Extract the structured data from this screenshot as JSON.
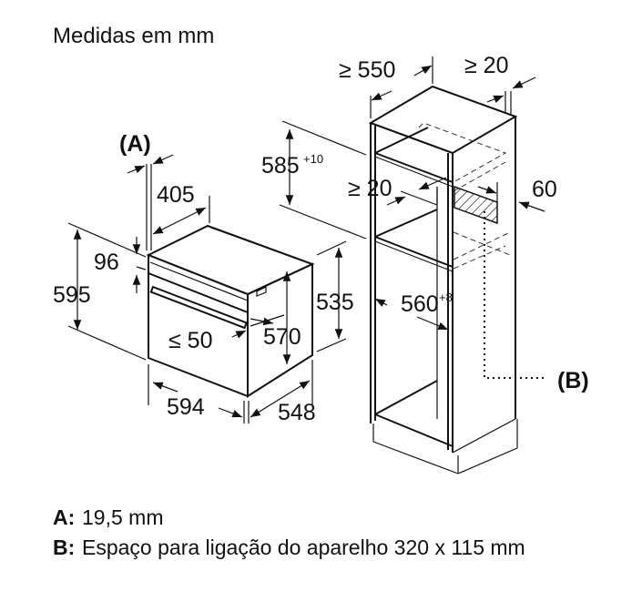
{
  "title": "Medidas em mm",
  "dimensions": {
    "a_marker": "(A)",
    "b_marker": "(B)",
    "d405": "405",
    "d96": "96",
    "d595": "595",
    "d50": "≤ 50",
    "d570": "570",
    "d535": "535",
    "d594": "594",
    "d548": "548",
    "d585": "585",
    "d585_tol": "+10",
    "d550": "≥ 550",
    "d20_top": "≥ 20",
    "d20_mid": "≥ 20",
    "d60": "60",
    "d560": "560",
    "d560_tol": "+8"
  },
  "legend": [
    {
      "key": "A:",
      "text": "19,5 mm"
    },
    {
      "key": "B:",
      "text": "Espaço para ligação do aparelho 320 x 115 mm"
    }
  ]
}
